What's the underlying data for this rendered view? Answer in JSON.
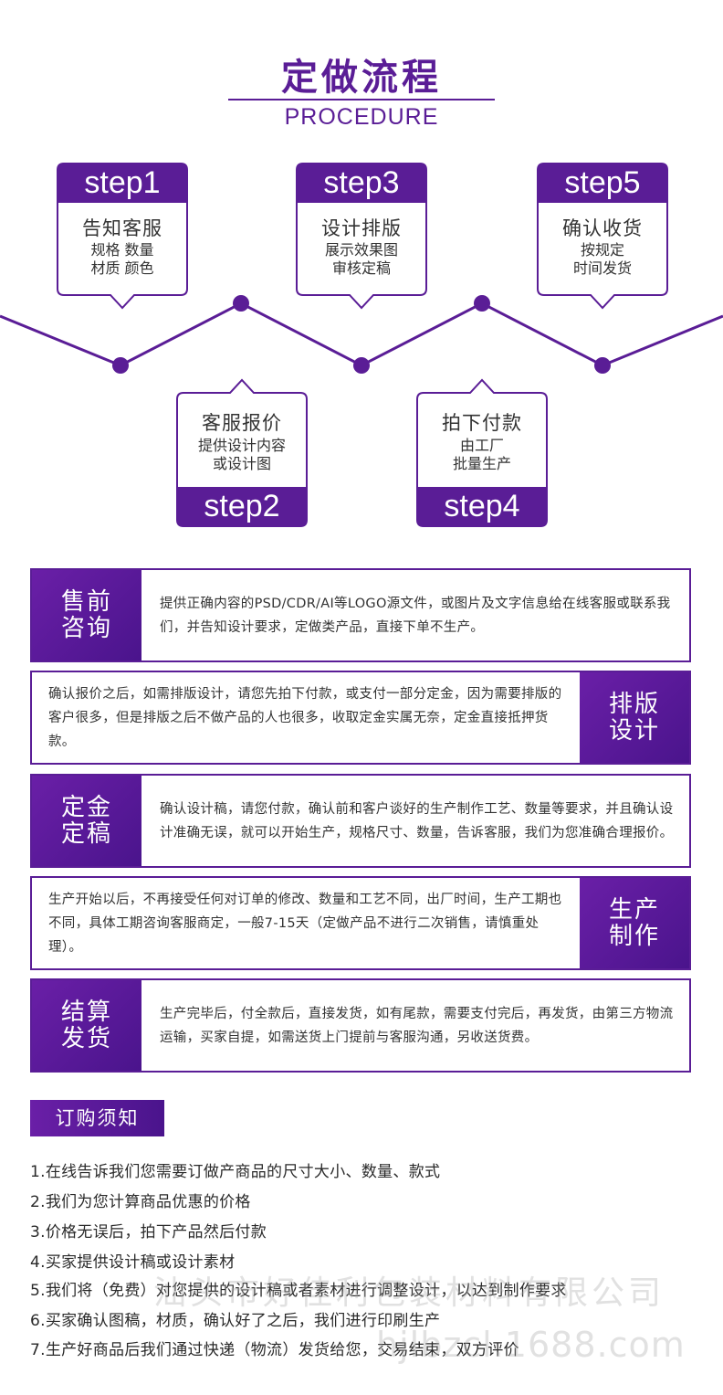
{
  "header": {
    "title": "定做流程",
    "subtitle": "PROCEDURE"
  },
  "colors": {
    "accent": "#5a1d96",
    "accent_dark": "#4a148c",
    "border": "#6a1fa7"
  },
  "steps": [
    {
      "label": "step1",
      "title": "告知客服",
      "lines": [
        "规格 数量",
        "材质 颜色"
      ]
    },
    {
      "label": "step2",
      "title": "客服报价",
      "lines": [
        "提供设计内容",
        "或设计图"
      ]
    },
    {
      "label": "step3",
      "title": "设计排版",
      "lines": [
        "展示效果图",
        "审核定稿"
      ]
    },
    {
      "label": "step4",
      "title": "拍下付款",
      "lines": [
        "由工厂",
        "批量生产"
      ]
    },
    {
      "label": "step5",
      "title": "确认收货",
      "lines": [
        "按规定",
        "时间发货"
      ]
    }
  ],
  "rows": [
    {
      "tag": [
        "售前",
        "咨询"
      ],
      "text": "提供正确内容的PSD/CDR/AI等LOGO源文件，或图片及文字信息给在线客服或联系我们，并告知设计要求，定做类产品，直接下单不生产。"
    },
    {
      "tag": [
        "排版",
        "设计"
      ],
      "text": "确认报价之后，如需排版设计，请您先拍下付款，或支付一部分定金，因为需要排版的客户很多，但是排版之后不做产品的人也很多，收取定金实属无奈，定金直接抵押货款。"
    },
    {
      "tag": [
        "定金",
        "定稿"
      ],
      "text": "确认设计稿，请您付款，确认前和客户谈好的生产制作工艺、数量等要求，并且确认设计准确无误，就可以开始生产，规格尺寸、数量，告诉客服，我们为您准确合理报价。"
    },
    {
      "tag": [
        "生产",
        "制作"
      ],
      "text": "生产开始以后，不再接受任何对订单的修改、数量和工艺不同，出厂时间，生产工期也不同，具体工期咨询客服商定，一般7-15天（定做产品不进行二次销售，请慎重处理）。"
    },
    {
      "tag": [
        "结算",
        "发货"
      ],
      "text": "生产完毕后，付全款后，直接发货，如有尾款，需要支付完后，再发货，由第三方物流运输，买家自提，如需送货上门提前与客服沟通，另收送货费。"
    }
  ],
  "notice": {
    "heading": "订购须知",
    "items": [
      "1.在线告诉我们您需要订做产商品的尺寸大小、数量、款式",
      "2.我们为您计算商品优惠的价格",
      "3.价格无误后，拍下产品然后付款",
      "4.买家提供设计稿或设计素材",
      "5.我们将（免费）对您提供的设计稿或者素材进行调整设计，以达到制作要求",
      "6.买家确认图稿，材质，确认好了之后，我们进行印刷生产",
      "7.生产好商品后我们通过快递（物流）发货给您，交易结束，双方评价"
    ]
  },
  "watermark": {
    "company": "汕头市好佳利包装材料有限公司",
    "site": "hjlbzcl.1688.com"
  }
}
